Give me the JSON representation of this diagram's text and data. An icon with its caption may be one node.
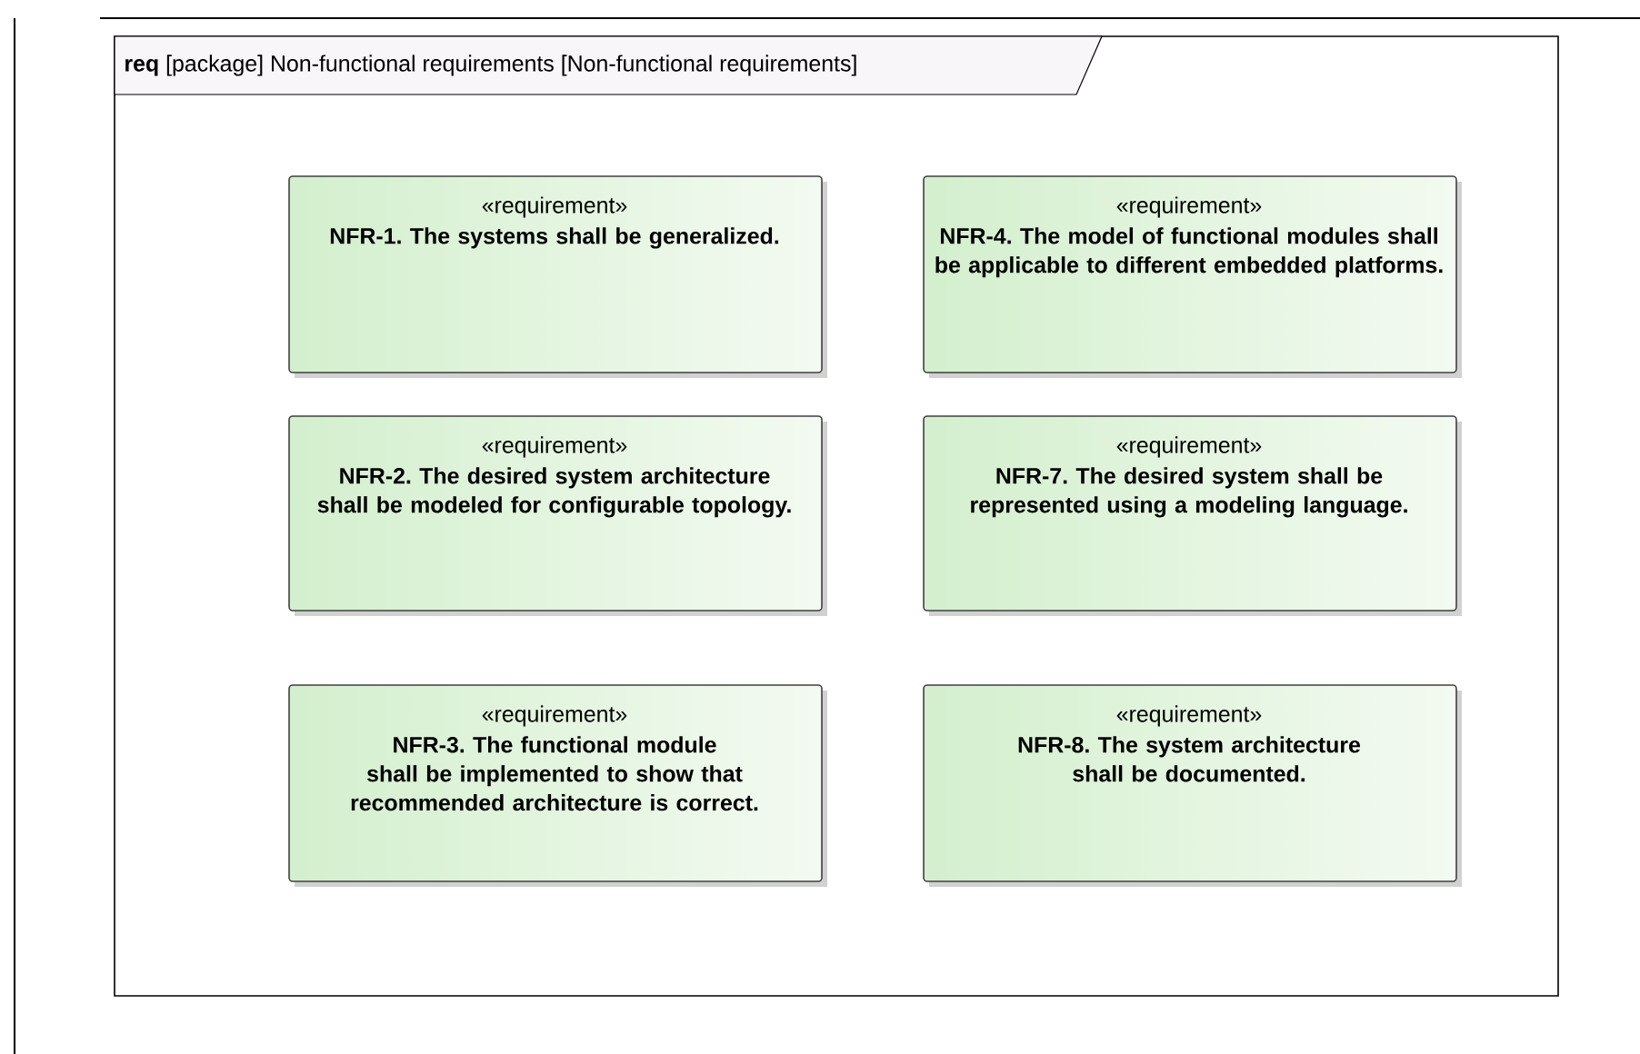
{
  "diagram": {
    "nodes": [
      {
        "text": [
          "**req** [package] Non-functional requirements [Non-functional requirements]"
        ]
      },
      {
        "text": [
          "«requirement»",
          "NFR-1. The systems shall be generalized."
        ],
        "in": 0
      },
      {
        "text": [
          "«requirement»",
          "NFR-4. The model of functional modules shall be applicable to different embedded platforms."
        ],
        "in": 0
      },
      {
        "text": [
          "«requirement»",
          "NFR-2. The desired system architecture shall be modeled for configurable topology."
        ],
        "in": 0
      },
      {
        "text": [
          "«requirement»",
          "NFR-7. The desired system shall be represented using a modeling language."
        ],
        "in": 0
      },
      {
        "text": [
          "«requirement»",
          "NFR-3. The functional module shall be implemented to show that recommended architecture is correct."
        ],
        "in": 0
      },
      {
        "text": [
          "«requirement»",
          "NFR-8. The system architecture shall be documented."
        ],
        "in": 0
      }
    ]
  }
}
